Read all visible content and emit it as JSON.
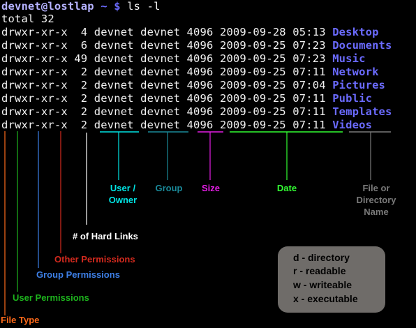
{
  "terminal": {
    "prompt": {
      "user_host": "devnet@lostlap",
      "path": "~ $",
      "command": "ls -l"
    },
    "total_line": "total 32",
    "rows": [
      {
        "perm": "drwxr-xr-x",
        "links": " 4",
        "owner": "devnet",
        "group": "devnet",
        "size": "4096",
        "date": "2009-09-28",
        "time": "05:13",
        "name": "Desktop"
      },
      {
        "perm": "drwxr-xr-x",
        "links": " 6",
        "owner": "devnet",
        "group": "devnet",
        "size": "4096",
        "date": "2009-09-25",
        "time": "07:23",
        "name": "Documents"
      },
      {
        "perm": "drwxr-xr-x",
        "links": "49",
        "owner": "devnet",
        "group": "devnet",
        "size": "4096",
        "date": "2009-09-25",
        "time": "07:23",
        "name": "Music"
      },
      {
        "perm": "drwxr-xr-x",
        "links": " 2",
        "owner": "devnet",
        "group": "devnet",
        "size": "4096",
        "date": "2009-09-25",
        "time": "07:11",
        "name": "Network"
      },
      {
        "perm": "drwxr-xr-x",
        "links": " 2",
        "owner": "devnet",
        "group": "devnet",
        "size": "4096",
        "date": "2009-09-25",
        "time": "07:04",
        "name": "Pictures"
      },
      {
        "perm": "drwxr-xr-x",
        "links": " 2",
        "owner": "devnet",
        "group": "devnet",
        "size": "4096",
        "date": "2009-09-25",
        "time": "07:11",
        "name": "Public"
      },
      {
        "perm": "drwxr-xr-x",
        "links": " 2",
        "owner": "devnet",
        "group": "devnet",
        "size": "4096",
        "date": "2009-09-25",
        "time": "07:11",
        "name": "Templates"
      },
      {
        "perm": "drwxr-xr-x",
        "links": " 2",
        "owner": "devnet",
        "group": "devnet",
        "size": "4096",
        "date": "2009-09-25",
        "time": "07:11",
        "name": "Videos"
      }
    ]
  },
  "annotations": {
    "user_owner": "User /\nOwner",
    "group": "Group",
    "size": "Size",
    "date": "Date",
    "file_or_dir": "File or\nDirectory\nName",
    "hard_links": "# of Hard Links",
    "other_permissions": "Other Permissions",
    "group_permissions": "Group Permissions",
    "user_permissions": "User Permissions",
    "file_type": "File Type"
  },
  "legend": {
    "items": [
      "d - directory",
      "r - readable",
      "w - writeable",
      "x - executable"
    ]
  },
  "colors": {
    "user_owner": "#00e5e5",
    "group": "#1a8a9a",
    "size": "#e61ee6",
    "date": "#33ff33",
    "file_or_dir": "#7a7a7a",
    "hard_links": "#ffffff",
    "other_permissions": "#d42a1e",
    "group_permissions": "#3d7fe6",
    "user_permissions": "#1db31d",
    "file_type": "#ff6a1a",
    "legend_box": "#6f6c69"
  }
}
